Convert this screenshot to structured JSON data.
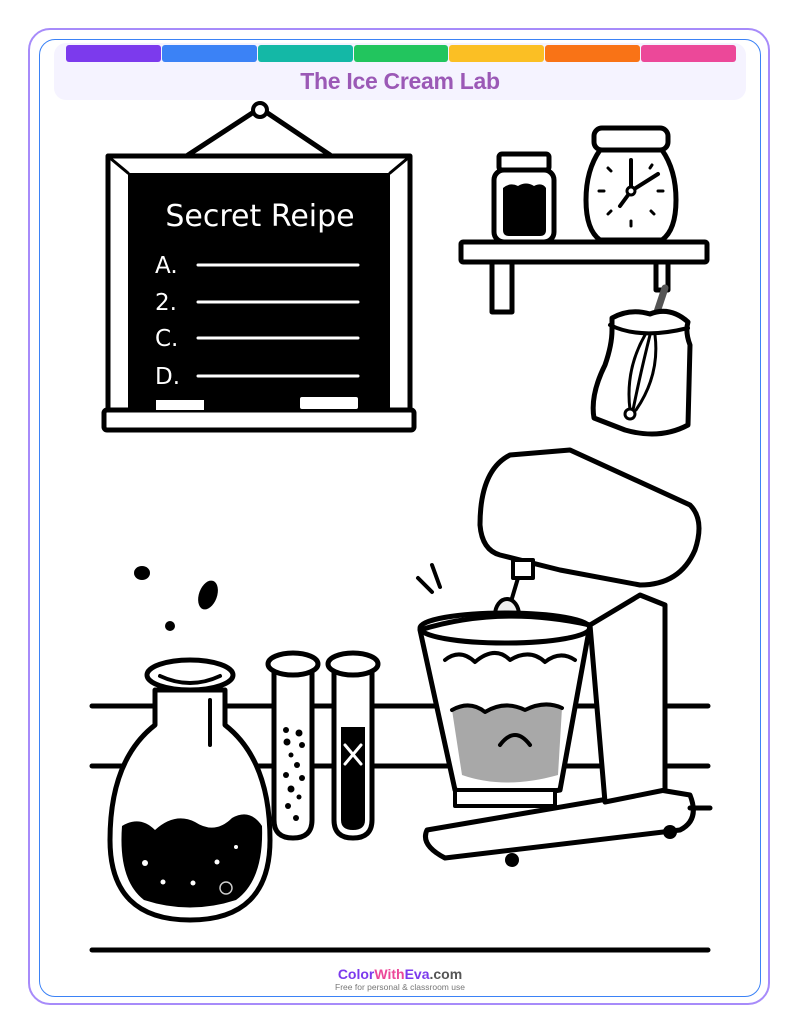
{
  "page": {
    "title": "The Ice Cream Lab",
    "rainbow_colors": [
      "#7c3aed",
      "#3b82f6",
      "#14b8a6",
      "#22c55e",
      "#fbbf24",
      "#f97316",
      "#ec4899"
    ],
    "frame_colors": {
      "outer": "#a78bfa",
      "inner": "#3b82f6",
      "header_bg": "#f5f3ff",
      "title": "#9b59b6"
    }
  },
  "illustration": {
    "chalkboard": {
      "heading": "Secret Reipe",
      "lines": [
        {
          "marker": "A."
        },
        {
          "marker": "2."
        },
        {
          "marker": "C."
        },
        {
          "marker": "D."
        }
      ]
    },
    "shelf_items": [
      "jar-icon",
      "clock-jar-icon",
      "whisk-bag-icon"
    ],
    "lab_items": [
      "flask-icon",
      "test-tube-dots-icon",
      "test-tube-x-icon",
      "stand-mixer-icon"
    ],
    "test_tube_mark": "X"
  },
  "footer": {
    "brand_part1": "Color",
    "brand_part2": "With",
    "brand_part3": "Eva",
    "brand_part4": ".com",
    "tagline": "Free for personal & classroom use"
  }
}
